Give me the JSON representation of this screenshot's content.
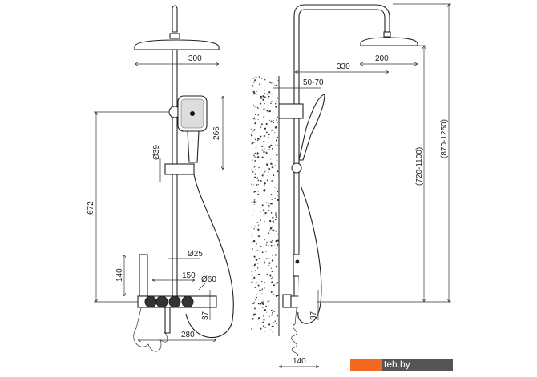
{
  "front_view": {
    "overhead_width": "300",
    "hand_shower_height": "266",
    "slide_bar_diameter": "Ø39",
    "total_height": "672",
    "pole_diameter": "Ø25",
    "bidet_height": "140",
    "valve_spacing": "150",
    "knob_diameter": "Ø60",
    "spout_height": "37",
    "body_width": "280"
  },
  "side_view": {
    "overhead_diameter": "200",
    "arm_reach": "330",
    "wall_distance": "50-70",
    "height_to_head": "(720-1100)",
    "overall_height": "(870-1250)",
    "spout_height": "37",
    "body_depth": "140"
  },
  "watermark": {
    "text": "teh.by",
    "colors": {
      "orange": "#f26a21",
      "gray": "#555555"
    }
  }
}
